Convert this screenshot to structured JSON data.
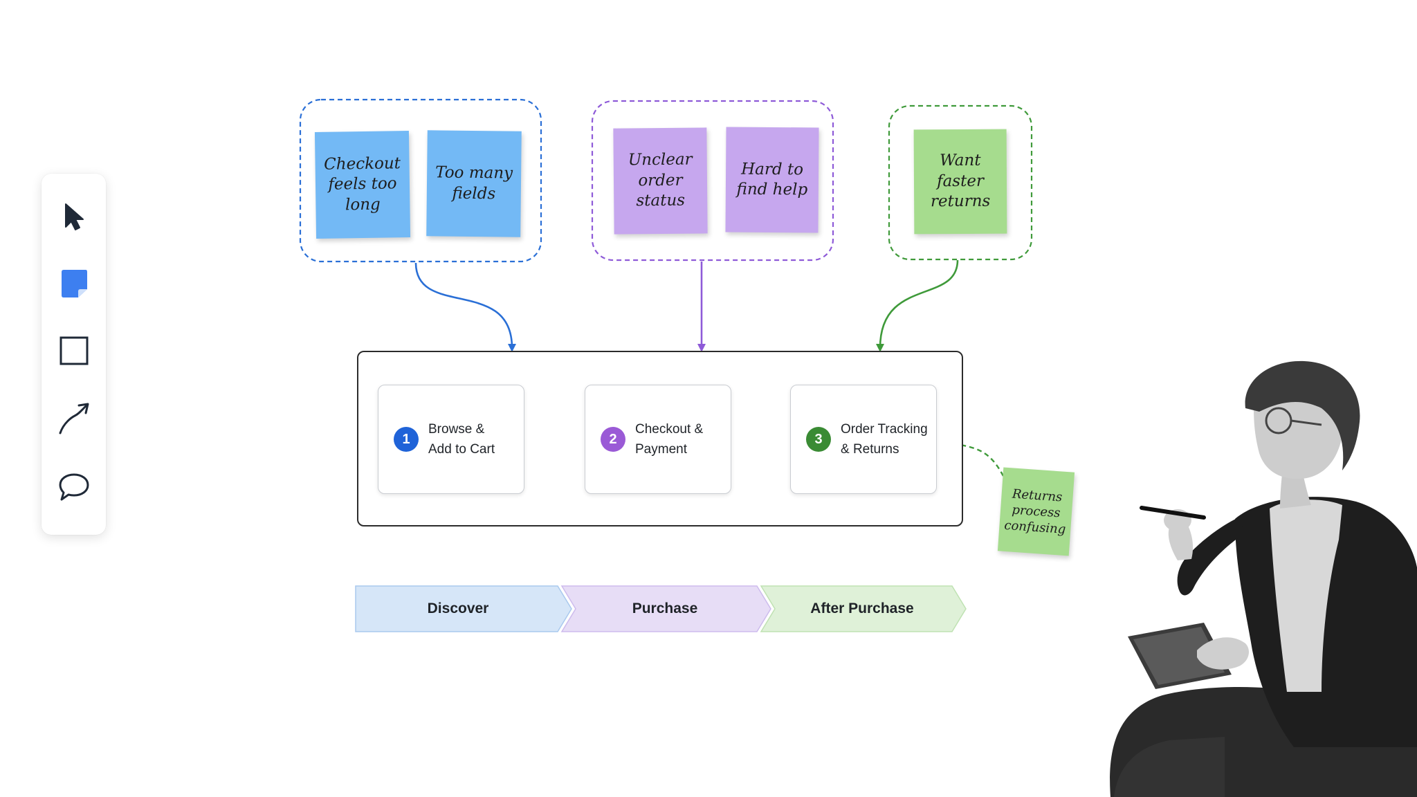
{
  "toolbar": {
    "tools": [
      {
        "icon": "cursor-arrow-icon"
      },
      {
        "icon": "sticky-note-icon",
        "color": "#3d7ff0"
      },
      {
        "icon": "rectangle-icon"
      },
      {
        "icon": "connector-arrow-icon"
      },
      {
        "icon": "comment-bubble-icon"
      }
    ]
  },
  "groups": [
    {
      "color": "#2a6fd6",
      "notes": [
        {
          "text": "Checkout\nfeels too\nlong"
        },
        {
          "text": "Too many\nfields"
        }
      ]
    },
    {
      "color": "#8e5ad8",
      "notes": [
        {
          "text": "Unclear\norder\nstatus"
        },
        {
          "text": "Hard to\nfind help"
        }
      ]
    },
    {
      "color": "#3f9a3a",
      "notes": [
        {
          "text": "Want\nfaster\nreturns"
        }
      ]
    }
  ],
  "steps": [
    {
      "number": "1",
      "label": "Browse &\nAdd to Cart",
      "color": "#1f63d8"
    },
    {
      "number": "2",
      "label": "Checkout &\nPayment",
      "color": "#9a5ad6"
    },
    {
      "number": "3",
      "label": "Order Tracking\n& Returns",
      "color": "#3a8b34"
    }
  ],
  "phases": [
    {
      "label": "Discover",
      "fill": "#d6e6f8",
      "stroke": "#a9c9ee"
    },
    {
      "label": "Purchase",
      "fill": "#e7ddf6",
      "stroke": "#cdbbed"
    },
    {
      "label": "After Purchase",
      "fill": "#dff1d8",
      "stroke": "#bfe2b2"
    }
  ],
  "floating_note": {
    "text": "Returns\nprocess\nconfusing"
  }
}
